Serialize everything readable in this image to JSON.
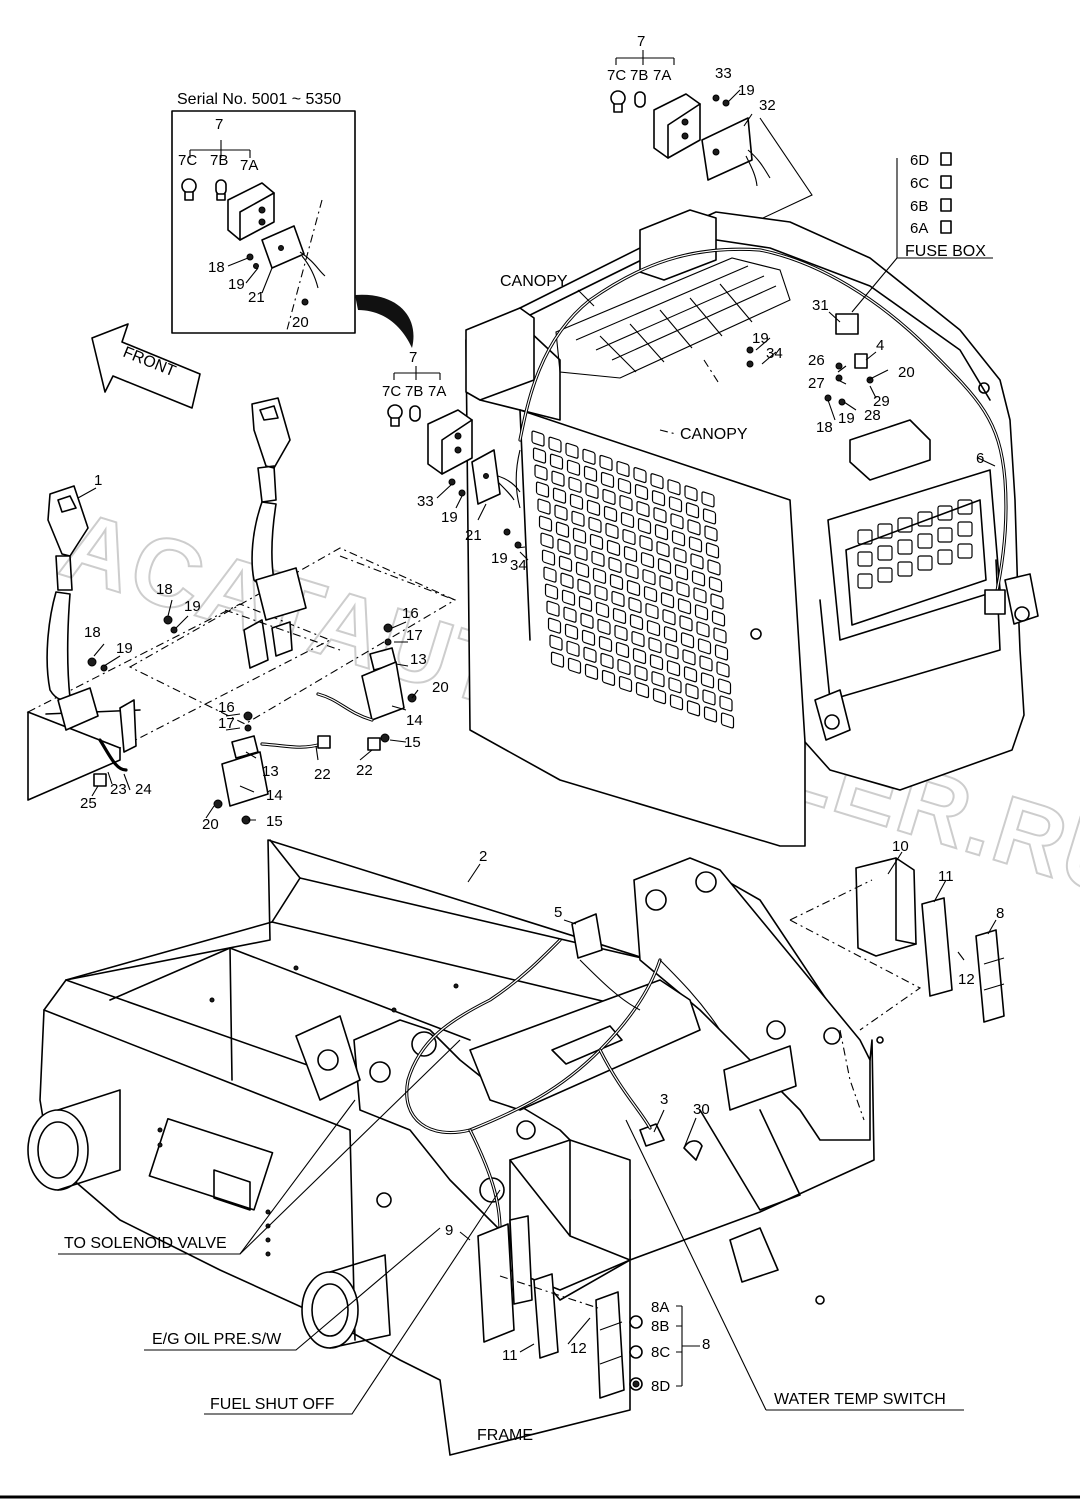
{
  "inset": {
    "title": "Serial No. 5001 ~ 5350",
    "labels": [
      "7",
      "7C",
      "7B",
      "7A",
      "18",
      "19",
      "21",
      "20"
    ]
  },
  "front_arrow": "FRONT",
  "top_group": [
    "7",
    "7C",
    "7B",
    "7A",
    "33",
    "19",
    "32"
  ],
  "mid_group": [
    "7",
    "7C",
    "7B",
    "7A",
    "33",
    "19",
    "21"
  ],
  "canopy_labels": [
    "CANOPY",
    "CANOPY"
  ],
  "fuse_box": {
    "title": "FUSE BOX",
    "fuses": [
      "6D",
      "6C",
      "6B",
      "6A"
    ]
  },
  "canopy_parts": [
    "31",
    "4",
    "26",
    "27",
    "20",
    "29",
    "28",
    "18",
    "19",
    "19",
    "34",
    "6",
    "19",
    "34"
  ],
  "left_parts": [
    "1",
    "18",
    "19",
    "18",
    "19",
    "16",
    "17",
    "13",
    "14",
    "20",
    "15",
    "22",
    "16",
    "17",
    "13",
    "22",
    "14",
    "15",
    "20",
    "25",
    "23",
    "24"
  ],
  "frame_parts": [
    "2",
    "5",
    "10",
    "11",
    "8",
    "12",
    "3",
    "30",
    "9",
    "8A",
    "8B",
    "8C",
    "8D",
    "8",
    "11",
    "12"
  ],
  "callouts": {
    "solenoid": "TO SOLENOID VALVE",
    "oil": "E/G OIL PRE.S/W",
    "fuel": "FUEL SHUT OFF",
    "water": "WATER TEMP SWITCH",
    "frame": "FRAME"
  },
  "watermark": "ACATAUTODEALER.RU"
}
